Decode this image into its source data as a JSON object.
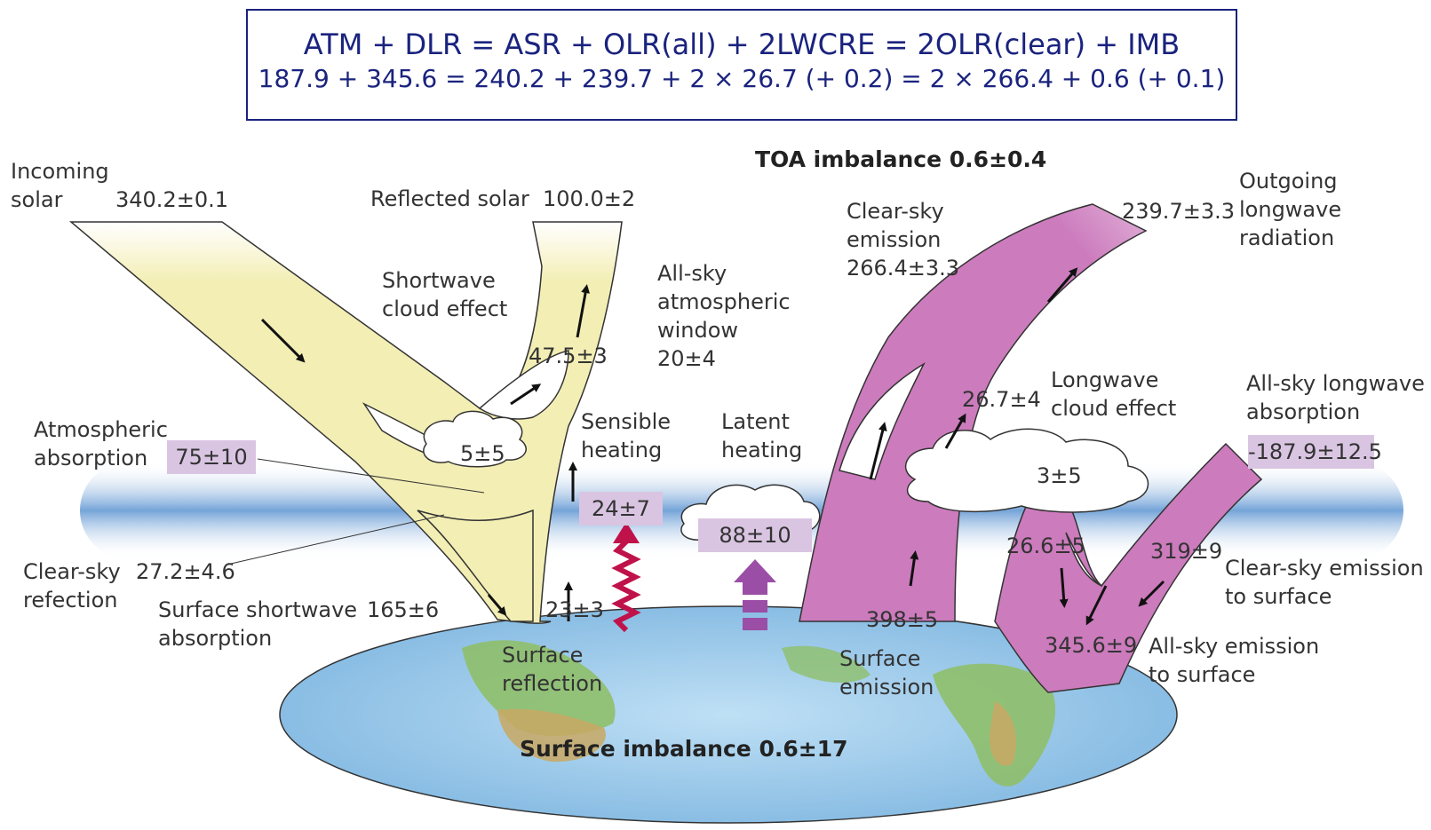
{
  "equation": {
    "line1": "ATM + DLR = ASR + OLR(all) + 2LWCRE = 2OLR(clear) + IMB",
    "line2": "187.9 + 345.6 = 240.2 + 239.7 + 2 × 26.7 (+ 0.2) = 2 × 266.4 + 0.6 (+ 0.1)"
  },
  "labels": {
    "toa_imbalance": "TOA imbalance 0.6±0.4",
    "surface_imbalance": "Surface imbalance 0.6±17",
    "incoming_solar_1": "Incoming",
    "incoming_solar_2": "solar",
    "incoming_solar_value": "340.2±0.1",
    "reflected_solar": "Reflected solar",
    "reflected_solar_value": "100.0±2",
    "sw_cloud_1": "Shortwave",
    "sw_cloud_2": "cloud effect",
    "sw_cloud_value": "47.5±3",
    "window_1": "All-sky",
    "window_2": "atmospheric",
    "window_3": "window",
    "window_value": "20±4",
    "atm_abs_1": "Atmospheric",
    "atm_abs_2": "absorption",
    "atm_abs_value": "75±10",
    "cloud_sw_value": "5±5",
    "sensible_1": "Sensible",
    "sensible_2": "heating",
    "sensible_value": "24±7",
    "latent_1": "Latent",
    "latent_2": "heating",
    "latent_value": "88±10",
    "clear_refl_1": "Clear-sky",
    "clear_refl_2": "refection",
    "clear_refl_value": "27.2±4.6",
    "surf_sw_1": "Surface shortwave",
    "surf_sw_2": "absorption",
    "surf_sw_value": "165±6",
    "surf_refl_value": "23±3",
    "surf_refl_1": "Surface",
    "surf_refl_2": "reflection",
    "clear_emis_1": "Clear-sky",
    "clear_emis_2": "emission",
    "clear_emis_value": "266.4±3.3",
    "olr_value": "239.7±3.3",
    "olr_1": "Outgoing",
    "olr_2": "longwave",
    "olr_3": "radiation",
    "lw_cloud_value": "26.7±4",
    "lw_cloud_1": "Longwave",
    "lw_cloud_2": "cloud effect",
    "lw_abs_1": "All-sky longwave",
    "lw_abs_2": "absorption",
    "lw_abs_value": "-187.9±12.5",
    "cloud_lw_value": "3±5",
    "surf_emis_value": "398±5",
    "surf_emis_1": "Surface",
    "surf_emis_2": "emission",
    "lw_266_value": "26.6±5",
    "clear_to_surf_value": "319±9",
    "clear_to_surf_1": "Clear-sky emission",
    "clear_to_surf_2": "to surface",
    "all_to_surf_value": "345.6±9",
    "all_to_surf_1": "All-sky emission",
    "all_to_surf_2": "to surface"
  },
  "colors": {
    "shortwave": "#f3eeb4",
    "longwave": "#cc7bbd",
    "atmosphere": "#6d9fd6",
    "label_box": "#d9c5e2",
    "equation": "#1a237e",
    "sensible_arrow": "#c0124a",
    "latent_arrow": "#9b4ea6"
  }
}
